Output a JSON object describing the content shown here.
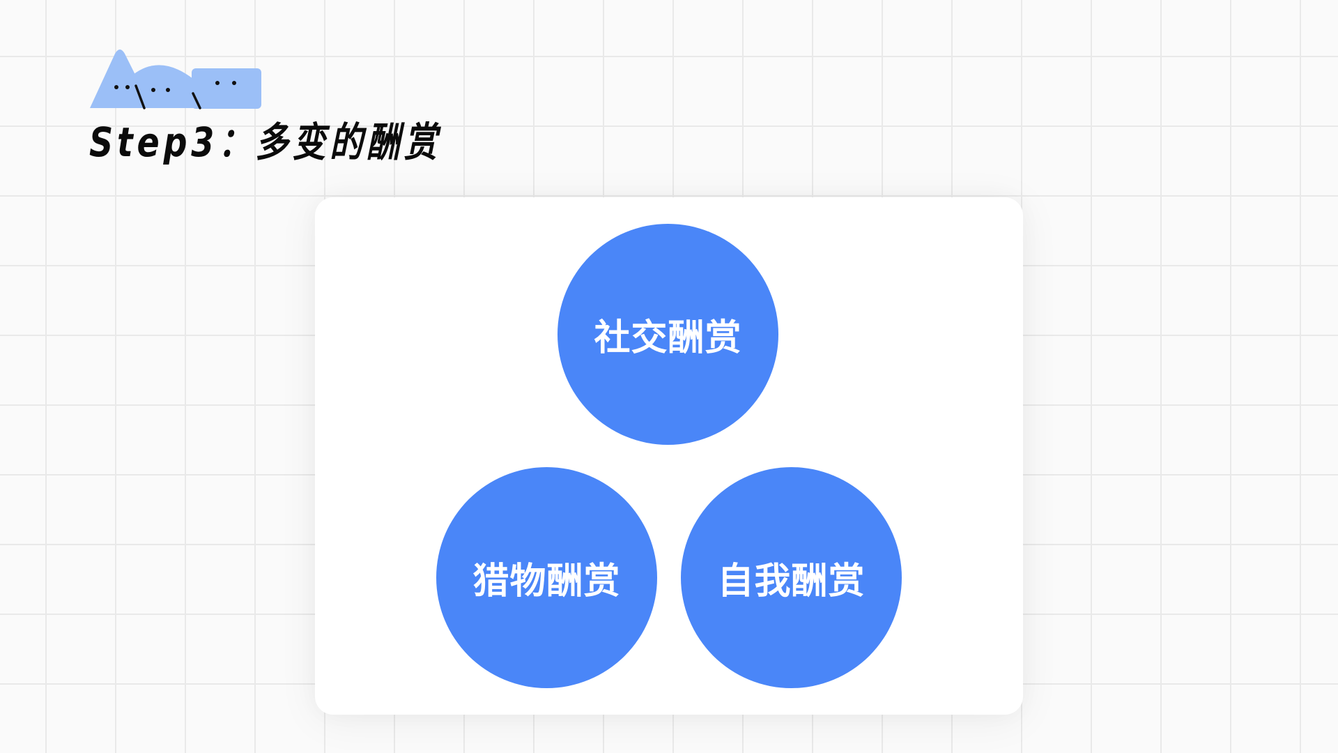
{
  "slide": {
    "title": "Step3：多变的酬赏",
    "mascot_icon": "blue-hills-mascot-icon"
  },
  "diagram": {
    "nodes": [
      {
        "id": "social",
        "label": "社交酬赏",
        "position": "top"
      },
      {
        "id": "hunt",
        "label": "猎物酬赏",
        "position": "bottom-left"
      },
      {
        "id": "self",
        "label": "自我酬赏",
        "position": "bottom-right"
      }
    ]
  },
  "colors": {
    "circle_fill": "#4a86f8",
    "mascot_fill": "#9bbff7",
    "background": "#fafafa",
    "grid_line": "#e9e9e9",
    "card": "#ffffff",
    "title_text": "#0b0b0b",
    "circle_text": "#ffffff"
  }
}
